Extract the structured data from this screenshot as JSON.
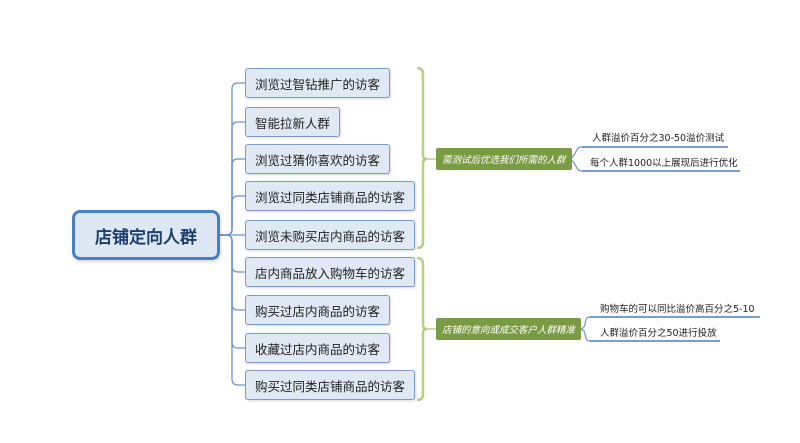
{
  "root": {
    "label": "店铺定向人群"
  },
  "group1": {
    "nodes": [
      "浏览过智钻推广的访客",
      "智能拉新人群",
      "浏览过猜你喜欢的访客",
      "浏览过同类店铺商品的访客",
      "浏览未购买店内商品的访客"
    ],
    "category": "需测试后优选我们所需的人群",
    "leaves": [
      "人群溢价百分之30-50溢价测试",
      "每个人群1000以上展现后进行优化"
    ]
  },
  "group2": {
    "nodes": [
      "店内商品放入购物车的访客",
      "购买过店内商品的访客",
      "收藏过店内商品的访客",
      "购买过同类店铺商品的访客"
    ],
    "category": "店铺的意向或成交客户人群精准",
    "leaves": [
      "购物车的可以同比溢价高百分之5-10",
      "人群溢价百分之50进行投放"
    ]
  },
  "colors": {
    "connector": "#6b95c8",
    "bracket": "#b7cf86",
    "category": "#7a9a44",
    "node_border": "#7a9cc6",
    "leaf_underline": "#4a7fc1"
  }
}
